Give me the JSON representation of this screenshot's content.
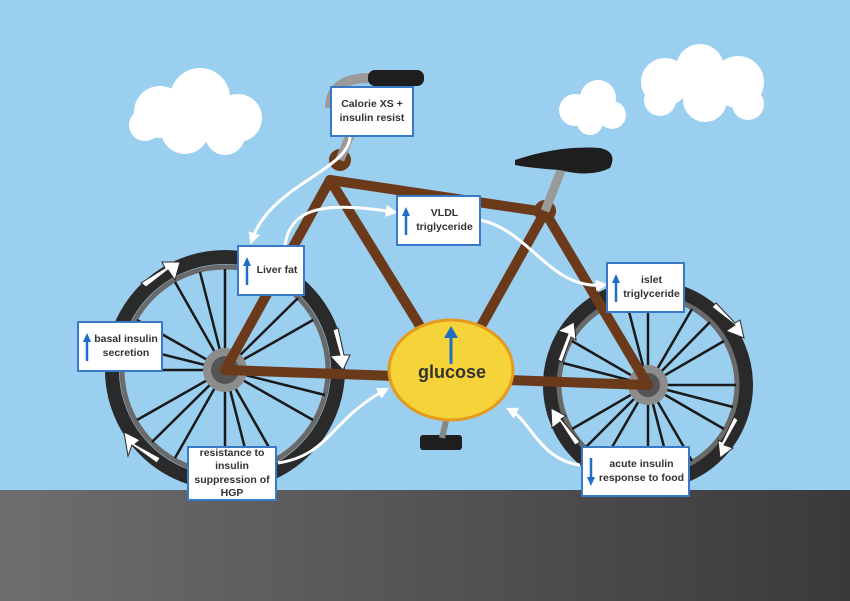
{
  "colors": {
    "sky": "#9bcff0",
    "ground_left": "#6e6e6e",
    "ground_right": "#3a3a3a",
    "frame": "#6b3a1a",
    "tyre": "#2a2a2a",
    "glucose_fill": "#f7d33a",
    "glucose_border": "#e49a1d",
    "box_border": "#3a78c8",
    "indicator_arrow": "#1c6fc4"
  },
  "labels": {
    "calorie": "Calorie XS + insulin resist",
    "vldl": "VLDL triglyceride",
    "liver_fat": "Liver fat",
    "islet": "islet triglyceride",
    "basal_insulin": "basal insulin secretion",
    "glucose": "glucose",
    "resistance": "resistance to insulin suppression of HGP",
    "acute_insulin": "acute insulin response to food"
  },
  "indicators": {
    "vldl": "up-arrow-icon",
    "liver_fat": "up-arrow-icon",
    "islet": "up-arrow-icon",
    "basal_insulin": "up-arrow-icon",
    "glucose": "up-arrow-icon",
    "acute_insulin": "down-arrow-icon"
  }
}
